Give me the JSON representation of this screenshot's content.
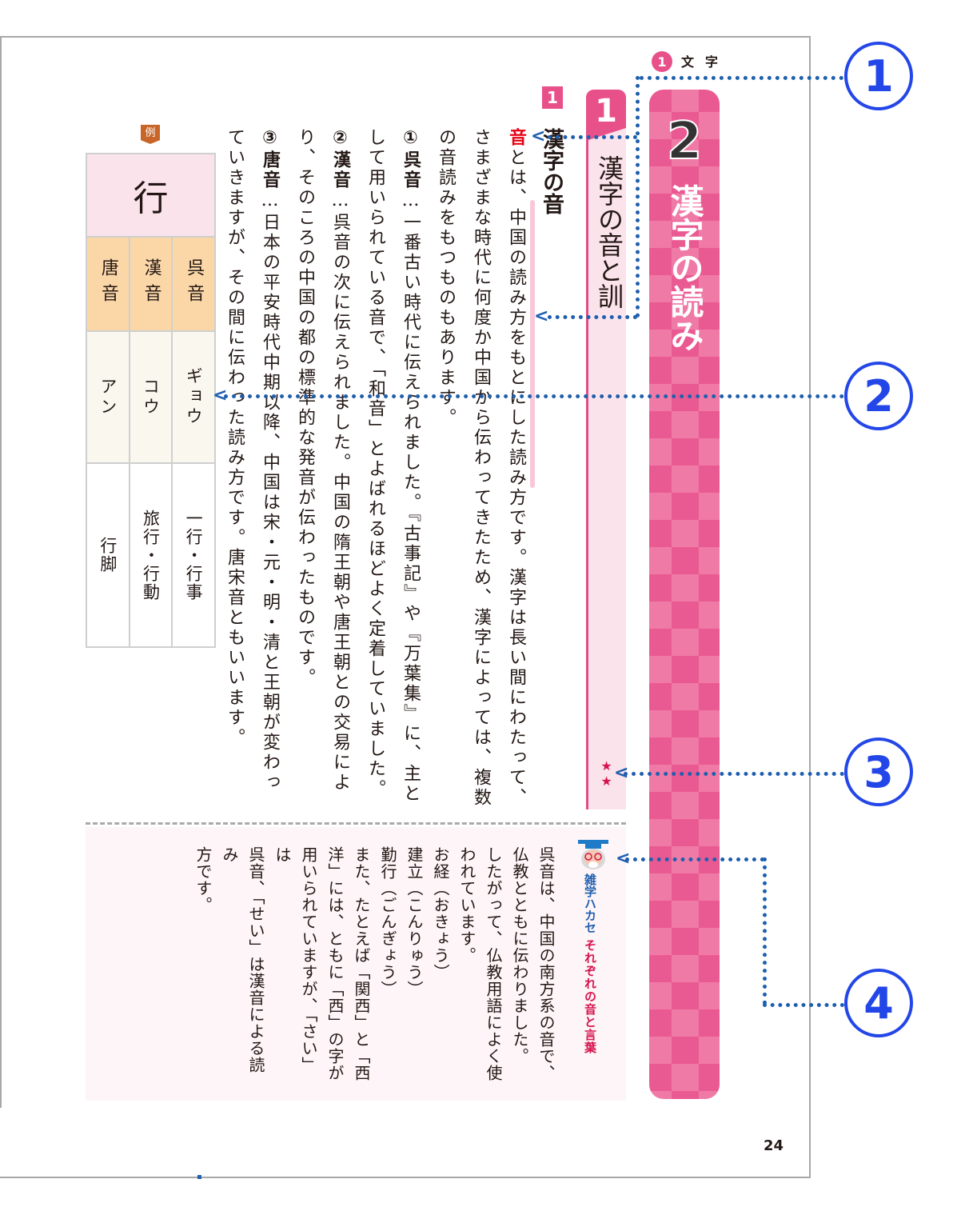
{
  "chapter": {
    "number": "1",
    "label": "文字"
  },
  "unit": {
    "number": "2",
    "title": "漢字の読み"
  },
  "section": {
    "number": "1",
    "title": "漢字の音と訓",
    "difficulty": "★★"
  },
  "subsection": {
    "number": "1",
    "title": "漢字の音"
  },
  "body": {
    "paragraphs": [
      {
        "lead": "音",
        "text": "とは、中国の読み方をもとにした読み方です。漢字は長い間にわたって、さまざまな時代に何度か中国から伝わってきたため、漢字によっては、複数の音読みをもつものもあります。"
      },
      {
        "lead": "①呉音",
        "text": "…一番古い時代に伝えられました。『古事記』や『万葉集』に、主として用いられている音で、「和音」とよばれるほどよく定着していました。"
      },
      {
        "lead": "②漢音",
        "text": "…呉音の次に伝えられました。中国の隋王朝や唐王朝との交易により、そのころの中国の都の標準的な発音が伝わったものです。"
      },
      {
        "lead": "③唐音",
        "text": "…日本の平安時代中期以降、中国は宋・元・明・清と王朝が変わっていきますが、その間に伝わった読み方です。唐宋音ともいいます。"
      }
    ]
  },
  "example": {
    "badge": "例",
    "kanji": "行",
    "types": [
      "呉音",
      "漢音",
      "唐音"
    ],
    "sounds": [
      "ギョウ",
      "コウ",
      "アン"
    ],
    "words": [
      "一行・行事",
      "旅行・行動",
      "行脚"
    ]
  },
  "trivia": {
    "label": "雑学ハカセ",
    "title": "それぞれの音と言葉",
    "lines": [
      "呉音は、中国の南方系の音で、",
      "仏教とともに伝わりました。",
      "したがって、仏教用語によく使",
      "われています。",
      "お経（おきょう）",
      "建立（こんりゅう）",
      "勤行（ごんぎょう）",
      "また、たとえば「関西」と「西",
      "洋」には、ともに「西」の字が",
      "用いられていますが、「さい」は",
      "呉音、「せい」は漢音による読み",
      "方です。"
    ]
  },
  "page_number": "24",
  "annotations": [
    "1",
    "2",
    "3",
    "4"
  ],
  "colors": {
    "accent_pink": "#e8508a",
    "tab_pink": "#fbe3ec",
    "annotation_blue": "#2346e8",
    "dots_blue": "#1f5fb0",
    "star_red": "#d6144d",
    "table_orange": "#fbd7a8"
  }
}
